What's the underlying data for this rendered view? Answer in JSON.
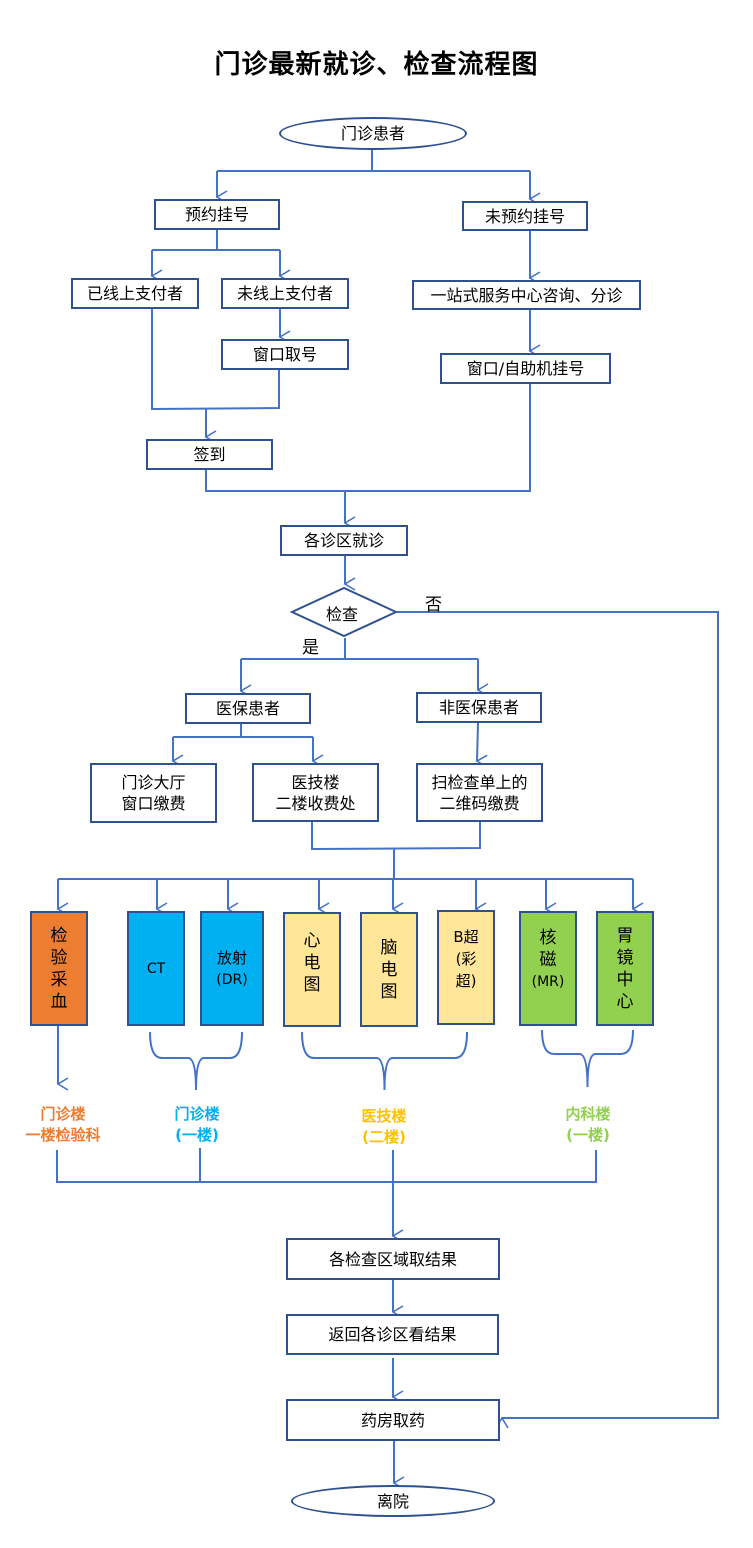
{
  "title": "门诊最新就诊、检查流程图",
  "colors": {
    "line": "#4472c4",
    "border": "#2f528f",
    "lab": "#ed7d31",
    "outpatient": "#00b0f0",
    "tech": "#ffe699",
    "tech_label": "#ffc000",
    "internal": "#92d050"
  },
  "nodes": {
    "start": "门诊患者",
    "booked": "预约挂号",
    "not_booked": "未预约挂号",
    "paid_online": "已线上支付者",
    "not_paid_online": "未线上支付者",
    "window_ticket": "窗口取号",
    "service_center": "一站式服务中心咨询、分诊",
    "window_self_register": "窗口/自助机挂号",
    "check_in": "签到",
    "consultation": "各诊区就诊",
    "exam_decision": "检查",
    "yes": "是",
    "no": "否",
    "insured": "医保患者",
    "uninsured": "非医保患者",
    "pay_hall_l1": "门诊大厅",
    "pay_hall_l2": "窗口缴费",
    "pay_tech_l1": "医技楼",
    "pay_tech_l2": "二楼收费处",
    "pay_qr_l1": "扫检查单上的",
    "pay_qr_l2": "二维码缴费",
    "get_results": "各检查区域取结果",
    "return_results": "返回各诊区看结果",
    "pharmacy": "药房取药",
    "leave": "离院"
  },
  "exams": [
    {
      "lines": [
        "检",
        "验",
        "采",
        "血"
      ],
      "group": "lab"
    },
    {
      "lines": [
        "CT"
      ],
      "group": "outpatient"
    },
    {
      "lines": [
        "放射",
        "(DR)"
      ],
      "group": "outpatient"
    },
    {
      "lines": [
        "心",
        "电",
        "图"
      ],
      "group": "tech"
    },
    {
      "lines": [
        "脑",
        "电",
        "图"
      ],
      "group": "tech"
    },
    {
      "lines": [
        "B超",
        "(彩",
        "超)"
      ],
      "group": "tech"
    },
    {
      "lines": [
        "核",
        "磁",
        "(MR)"
      ],
      "group": "internal"
    },
    {
      "lines": [
        "胃",
        "镜",
        "中",
        "心"
      ],
      "group": "internal"
    }
  ],
  "buildings": [
    {
      "l1": "门诊楼",
      "l2": "一楼检验科"
    },
    {
      "l1": "门诊楼",
      "l2": "(一楼)"
    },
    {
      "l1": "医技楼",
      "l2": "(二楼)"
    },
    {
      "l1": "内科楼",
      "l2": "(一楼)"
    }
  ]
}
